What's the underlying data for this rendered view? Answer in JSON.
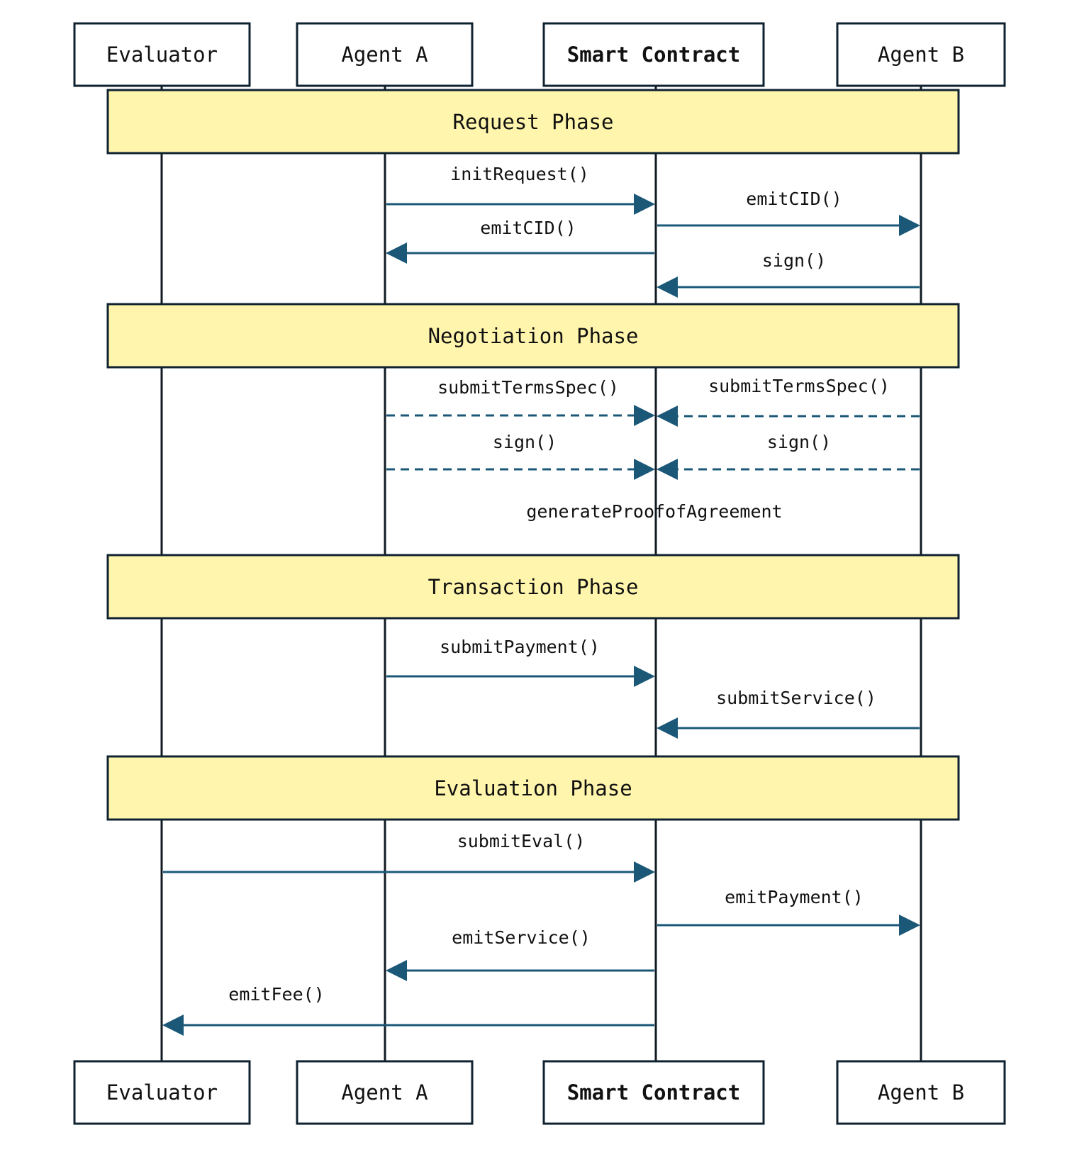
{
  "colors": {
    "phase_fill": "#fff5ad",
    "line": "#111a22",
    "arrow": "#1b5878",
    "box_border": "#0f2230"
  },
  "participants": [
    {
      "id": "evaluator",
      "label": "Evaluator",
      "bold": false
    },
    {
      "id": "agent_a",
      "label": "Agent A",
      "bold": false
    },
    {
      "id": "smart_contract",
      "label": "Smart Contract",
      "bold": true
    },
    {
      "id": "agent_b",
      "label": "Agent B",
      "bold": false
    }
  ],
  "phases": [
    {
      "id": "request",
      "label": "Request Phase"
    },
    {
      "id": "negotiation",
      "label": "Negotiation Phase"
    },
    {
      "id": "transaction",
      "label": "Transaction Phase"
    },
    {
      "id": "evaluation",
      "label": "Evaluation Phase"
    }
  ],
  "messages": [
    {
      "label": "initRequest()",
      "from": "agent_a",
      "to": "smart_contract",
      "style": "solid",
      "phase": "request"
    },
    {
      "label": "emitCID()",
      "from": "smart_contract",
      "to": "agent_b",
      "style": "solid",
      "phase": "request"
    },
    {
      "label": "emitCID()",
      "from": "smart_contract",
      "to": "agent_a",
      "style": "solid",
      "phase": "request"
    },
    {
      "label": "sign()",
      "from": "agent_b",
      "to": "smart_contract",
      "style": "solid",
      "phase": "request"
    },
    {
      "label": "submitTermsSpec()",
      "from": "agent_a",
      "to": "smart_contract",
      "style": "dashed",
      "phase": "negotiation"
    },
    {
      "label": "submitTermsSpec()",
      "from": "agent_b",
      "to": "smart_contract",
      "style": "dashed",
      "phase": "negotiation"
    },
    {
      "label": "sign()",
      "from": "agent_a",
      "to": "smart_contract",
      "style": "dashed",
      "phase": "negotiation"
    },
    {
      "label": "sign()",
      "from": "agent_b",
      "to": "smart_contract",
      "style": "dashed",
      "phase": "negotiation"
    },
    {
      "label": "submitPayment()",
      "from": "agent_a",
      "to": "smart_contract",
      "style": "solid",
      "phase": "transaction"
    },
    {
      "label": "submitService()",
      "from": "agent_b",
      "to": "smart_contract",
      "style": "solid",
      "phase": "transaction"
    },
    {
      "label": "submitEval()",
      "from": "evaluator",
      "to": "smart_contract",
      "style": "solid",
      "phase": "evaluation"
    },
    {
      "label": "emitPayment()",
      "from": "smart_contract",
      "to": "agent_b",
      "style": "solid",
      "phase": "evaluation"
    },
    {
      "label": "emitService()",
      "from": "smart_contract",
      "to": "agent_a",
      "style": "solid",
      "phase": "evaluation"
    },
    {
      "label": "emitFee()",
      "from": "smart_contract",
      "to": "evaluator",
      "style": "solid",
      "phase": "evaluation"
    }
  ],
  "notes": [
    {
      "label": "generateProofofAgreement",
      "phase": "negotiation"
    }
  ]
}
